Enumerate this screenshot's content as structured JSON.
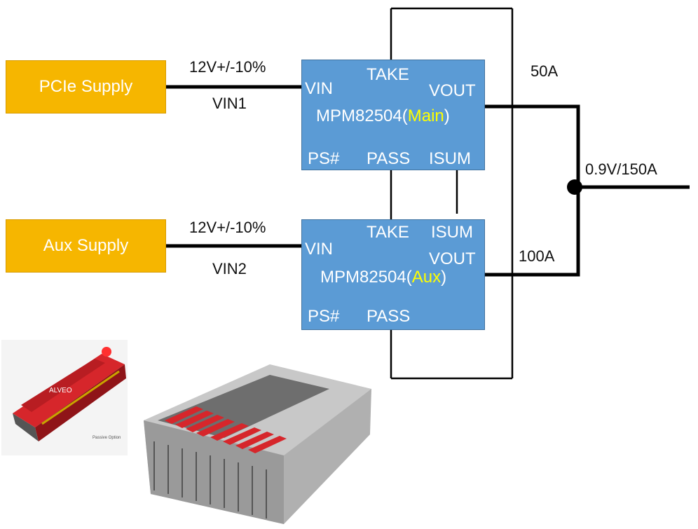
{
  "supplies": {
    "pcie": "PCIe Supply",
    "aux": "Aux Supply"
  },
  "inputs": {
    "vin1_voltage": "12V+/-10%",
    "vin1_label": "VIN1",
    "vin2_voltage": "12V+/-10%",
    "vin2_label": "VIN2"
  },
  "chips": {
    "main": {
      "part_prefix": "MPM82504(",
      "part_role": "Main",
      "part_suffix": ")",
      "pin_vin": "VIN",
      "pin_take": "TAKE",
      "pin_vout": "VOUT",
      "pin_ps": "PS#",
      "pin_pass": "PASS",
      "pin_isum": "ISUM"
    },
    "aux": {
      "part_prefix": "MPM82504(",
      "part_role": "Aux",
      "part_suffix": ")",
      "pin_vin": "VIN",
      "pin_take": "TAKE",
      "pin_isum": "ISUM",
      "pin_vout": "VOUT",
      "pin_ps": "PS#",
      "pin_pass": "PASS"
    }
  },
  "outputs": {
    "main_current": "50A",
    "aux_current": "100A",
    "combined": "0.9V/150A"
  },
  "photo": {
    "card_brand": "ALVEO",
    "card_caption": "Passive Option"
  },
  "colors": {
    "supply_fill": "#f6b600",
    "chip_fill": "#5b9bd5",
    "role_highlight": "#ffff00",
    "card_red": "#d6262b",
    "chassis": "#b9b9b9"
  }
}
